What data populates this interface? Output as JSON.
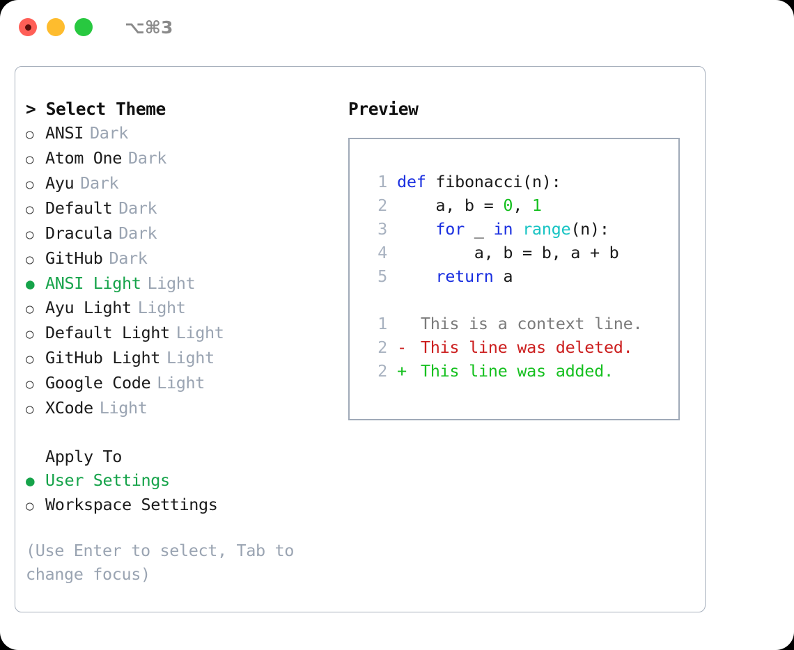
{
  "titlebar": {
    "lights": [
      "close-red",
      "minimize-amber",
      "maximize-green"
    ],
    "shortcut": "⌥⌘3"
  },
  "theme_picker": {
    "header": "> Select Theme",
    "marker_selected": "●",
    "marker_unselected": "○",
    "selected_color": "#16a34a",
    "muted_color": "#9aa4b2",
    "options": [
      {
        "name": "ANSI",
        "suffix": "Dark",
        "selected": false
      },
      {
        "name": "Atom One",
        "suffix": "Dark",
        "selected": false
      },
      {
        "name": "Ayu",
        "suffix": "Dark",
        "selected": false
      },
      {
        "name": "Default",
        "suffix": "Dark",
        "selected": false
      },
      {
        "name": "Dracula",
        "suffix": "Dark",
        "selected": false
      },
      {
        "name": "GitHub",
        "suffix": "Dark",
        "selected": false
      },
      {
        "name": "ANSI Light",
        "suffix": "Light",
        "selected": true
      },
      {
        "name": "Ayu Light",
        "suffix": "Light",
        "selected": false
      },
      {
        "name": "Default Light",
        "suffix": "Light",
        "selected": false
      },
      {
        "name": "GitHub Light",
        "suffix": "Light",
        "selected": false
      },
      {
        "name": "Google Code",
        "suffix": "Light",
        "selected": false
      },
      {
        "name": "XCode",
        "suffix": "Light",
        "selected": false
      }
    ]
  },
  "apply_to": {
    "header": "Apply To",
    "options": [
      {
        "name": "User Settings",
        "selected": true
      },
      {
        "name": "Workspace Settings",
        "selected": false
      }
    ]
  },
  "hint": "(Use Enter to select, Tab to change focus)",
  "preview": {
    "title": "Preview",
    "code": [
      {
        "no": "1",
        "tokens": [
          {
            "t": "def ",
            "c": "kw"
          },
          {
            "t": "fibonacci(n):",
            "c": "code-text"
          }
        ]
      },
      {
        "no": "2",
        "tokens": [
          {
            "t": "    a, b = ",
            "c": "code-text"
          },
          {
            "t": "0",
            "c": "num"
          },
          {
            "t": ", ",
            "c": "code-text"
          },
          {
            "t": "1",
            "c": "num"
          }
        ]
      },
      {
        "no": "3",
        "tokens": [
          {
            "t": "    ",
            "c": "code-text"
          },
          {
            "t": "for",
            "c": "kw"
          },
          {
            "t": " _ ",
            "c": "code-text"
          },
          {
            "t": "in",
            "c": "kw"
          },
          {
            "t": " ",
            "c": "code-text"
          },
          {
            "t": "range",
            "c": "fn"
          },
          {
            "t": "(n):",
            "c": "code-text"
          }
        ]
      },
      {
        "no": "4",
        "tokens": [
          {
            "t": "        a, b = b, a + b",
            "c": "code-text"
          }
        ]
      },
      {
        "no": "5",
        "tokens": [
          {
            "t": "    ",
            "c": "code-text"
          },
          {
            "t": "return",
            "c": "kw"
          },
          {
            "t": " a",
            "c": "code-text"
          }
        ]
      }
    ],
    "diff": [
      {
        "no": "1",
        "sign": " ",
        "text": "This is a context line.",
        "kind": "diff-ctx"
      },
      {
        "no": "2",
        "sign": "-",
        "text": "This line was deleted.",
        "kind": "diff-del"
      },
      {
        "no": "2",
        "sign": "+",
        "text": "This line was added.",
        "kind": "diff-add"
      }
    ]
  }
}
